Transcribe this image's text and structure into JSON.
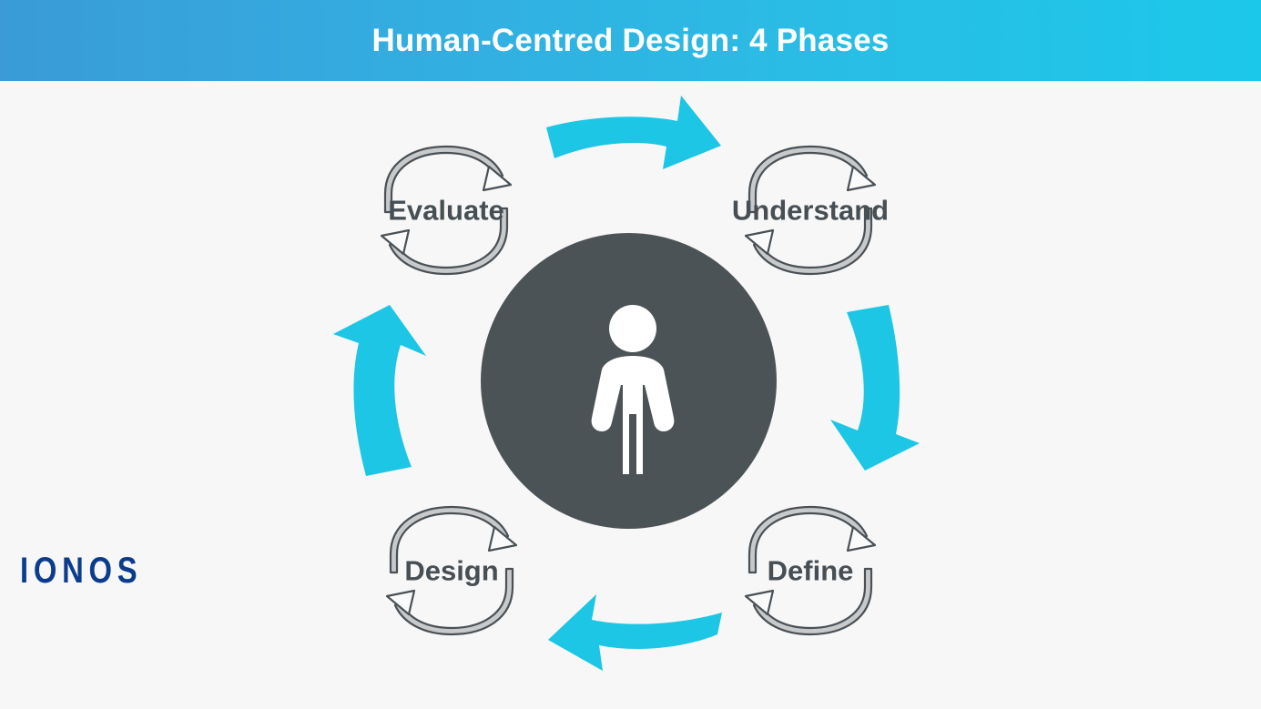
{
  "slide": {
    "title": "Human-Centred Design: 4 Phases",
    "background_color": "#F7F7F7"
  },
  "header": {
    "title": "Human-Centred Design: 4 Phases",
    "gradient_start": "#3A9BD6",
    "gradient_end": "#1CC8E9",
    "text_color": "#FFFFFF"
  },
  "center": {
    "icon_name": "person-icon",
    "circle_color": "#4C5356",
    "icon_color": "#FFFFFF"
  },
  "phases": [
    {
      "label": "Evaluate",
      "icon_name": "cycle-arrows-icon",
      "position": "top-left",
      "order": 4
    },
    {
      "label": "Understand",
      "icon_name": "cycle-arrows-icon",
      "position": "top-right",
      "order": 1
    },
    {
      "label": "Define",
      "icon_name": "cycle-arrows-icon",
      "position": "bottom-right",
      "order": 2
    },
    {
      "label": "Design",
      "icon_name": "cycle-arrows-icon",
      "position": "bottom-left",
      "order": 3
    }
  ],
  "flow_arrows": [
    {
      "icon_name": "arrow-right-curved-icon",
      "direction": "right",
      "position": "top"
    },
    {
      "icon_name": "arrow-down-curved-icon",
      "direction": "down",
      "position": "right"
    },
    {
      "icon_name": "arrow-left-curved-icon",
      "direction": "left",
      "position": "bottom"
    },
    {
      "icon_name": "arrow-up-curved-icon",
      "direction": "up",
      "position": "left"
    }
  ],
  "colors": {
    "accent_cyan": "#1CC6E4",
    "dark_gray": "#4C5356",
    "label_gray": "#474F55",
    "icon_fill_gray": "#C8C9CA",
    "icon_stroke_gray": "#4A5156",
    "brand_navy": "#0B3D8C"
  },
  "brand": {
    "logo_text": "IONOS",
    "logo_color": "#0B3D8C"
  }
}
